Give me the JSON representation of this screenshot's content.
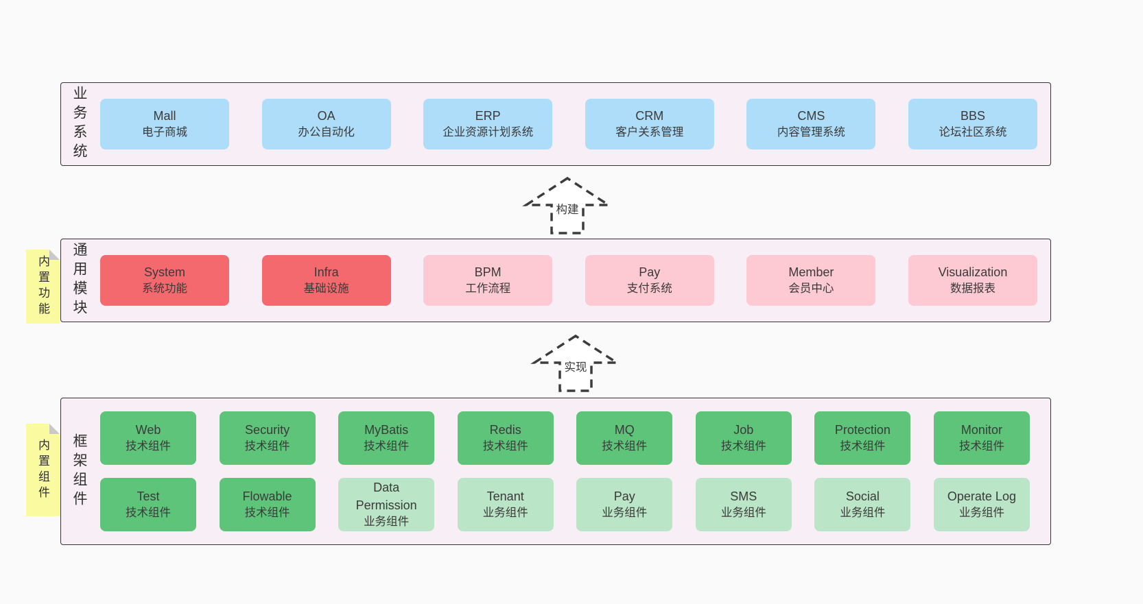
{
  "colors": {
    "pageBg": "#fafafa",
    "sectionBg": "#f8eef6",
    "border": "#333333",
    "text": "#3a3a3a",
    "blue": "#aeddf9",
    "red": "#f4696e",
    "pink": "#fdc9d2",
    "green": "#5ec47a",
    "lightgreen": "#bae5c6",
    "noteYellow": "#fafaa0",
    "noteFold": "#c9c9c9"
  },
  "arrows": [
    {
      "label": "构建"
    },
    {
      "label": "实现"
    }
  ],
  "sections": {
    "business": {
      "label": "业务系统",
      "boxes": [
        {
          "name": "Mall",
          "desc": "电子商城"
        },
        {
          "name": "OA",
          "desc": "办公自动化"
        },
        {
          "name": "ERP",
          "desc": "企业资源计划系统"
        },
        {
          "name": "CRM",
          "desc": "客户关系管理"
        },
        {
          "name": "CMS",
          "desc": "内容管理系统"
        },
        {
          "name": "BBS",
          "desc": "论坛社区系统"
        }
      ]
    },
    "modules": {
      "label": "通用模块",
      "note": "内置功能",
      "boxes": [
        {
          "name": "System",
          "desc": "系统功能"
        },
        {
          "name": "Infra",
          "desc": "基础设施"
        },
        {
          "name": "BPM",
          "desc": "工作流程"
        },
        {
          "name": "Pay",
          "desc": "支付系统"
        },
        {
          "name": "Member",
          "desc": "会员中心"
        },
        {
          "name": "Visualization",
          "desc": "数据报表"
        }
      ]
    },
    "components": {
      "label": "框架组件",
      "note": "内置组件",
      "row1": [
        {
          "name": "Web",
          "desc": "技术组件"
        },
        {
          "name": "Security",
          "desc": "技术组件"
        },
        {
          "name": "MyBatis",
          "desc": "技术组件"
        },
        {
          "name": "Redis",
          "desc": "技术组件"
        },
        {
          "name": "MQ",
          "desc": "技术组件"
        },
        {
          "name": "Job",
          "desc": "技术组件"
        },
        {
          "name": "Protection",
          "desc": "技术组件"
        },
        {
          "name": "Monitor",
          "desc": "技术组件"
        }
      ],
      "row2": [
        {
          "name": "Test",
          "desc": "技术组件"
        },
        {
          "name": "Flowable",
          "desc": "技术组件"
        },
        {
          "name": "Data Permission",
          "desc": "业务组件"
        },
        {
          "name": "Tenant",
          "desc": "业务组件"
        },
        {
          "name": "Pay",
          "desc": "业务组件"
        },
        {
          "name": "SMS",
          "desc": "业务组件"
        },
        {
          "name": "Social",
          "desc": "业务组件"
        },
        {
          "name": "Operate Log",
          "desc": "业务组件"
        }
      ]
    }
  }
}
